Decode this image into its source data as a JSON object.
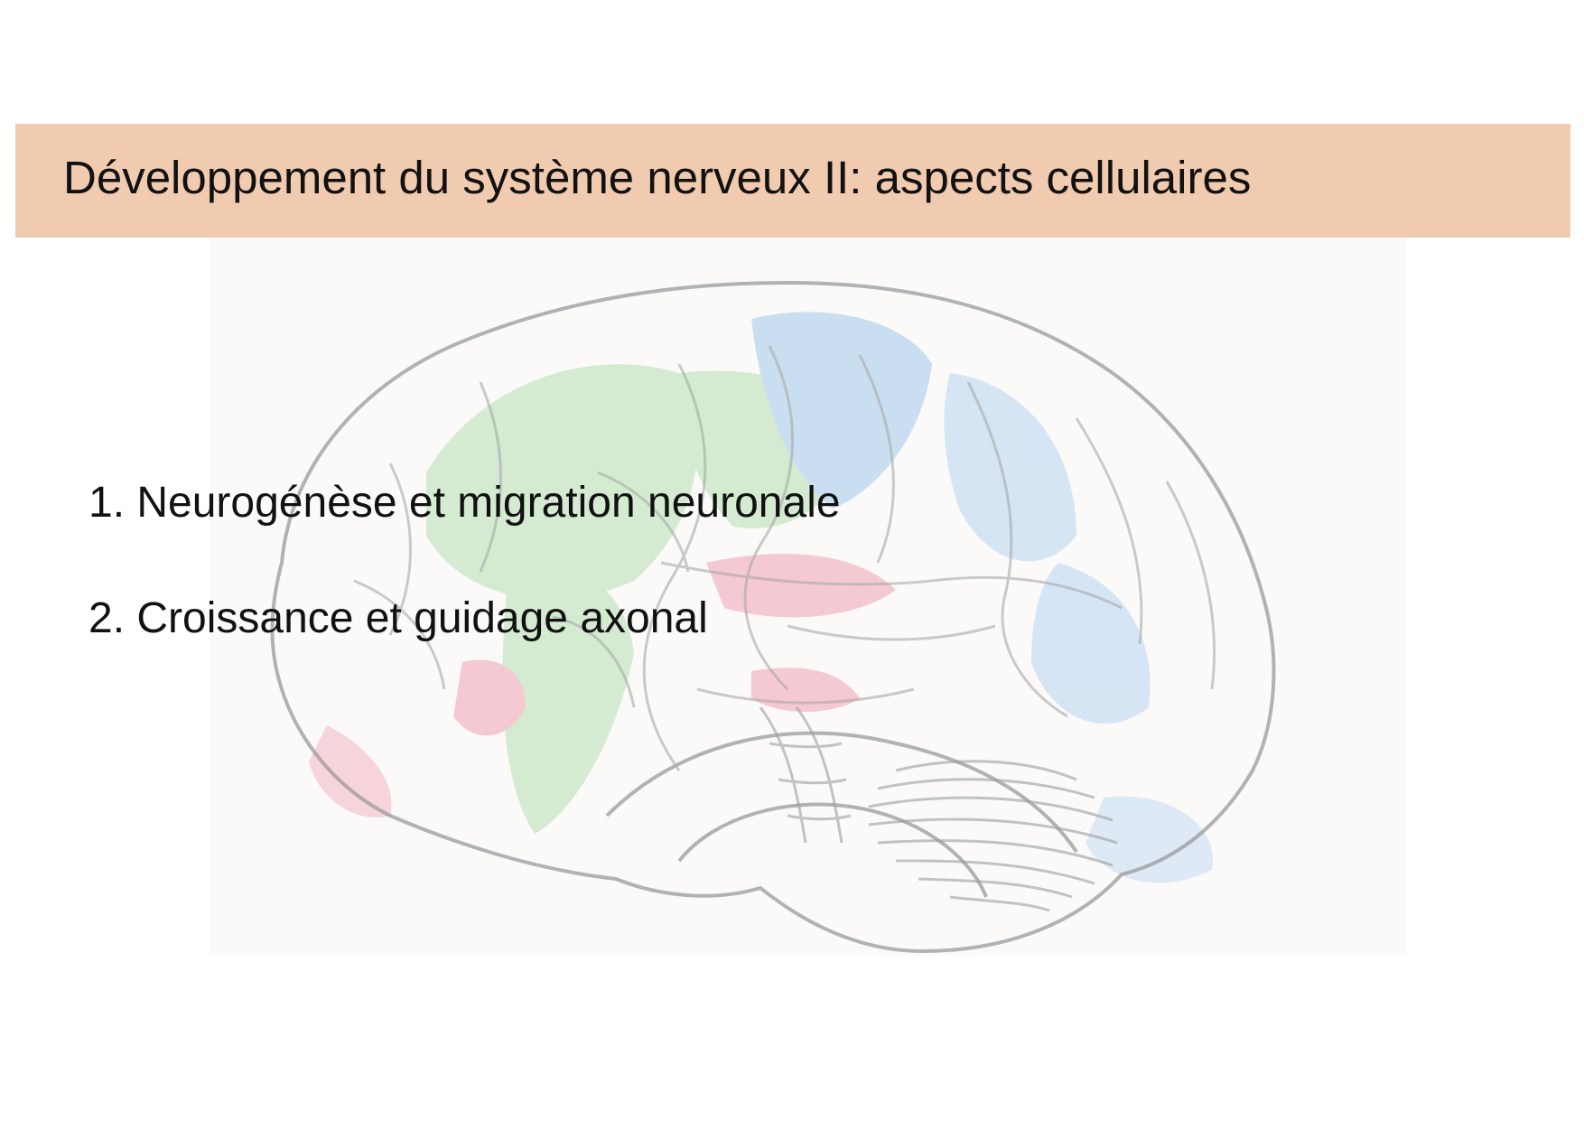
{
  "slide": {
    "title": "Développement du système nerveux II: aspects cellulaires",
    "items": [
      "1. Neurogénèse et migration neuronale",
      "2. Croissance et guidage axonal"
    ]
  },
  "illustration": {
    "subject": "brain-illustration",
    "colors": {
      "title_bar": "#f1cbb0",
      "outline": "#9a9a9a",
      "green": "#9fd39a",
      "blue": "#8fbde8",
      "red": "#e88aa0"
    }
  }
}
